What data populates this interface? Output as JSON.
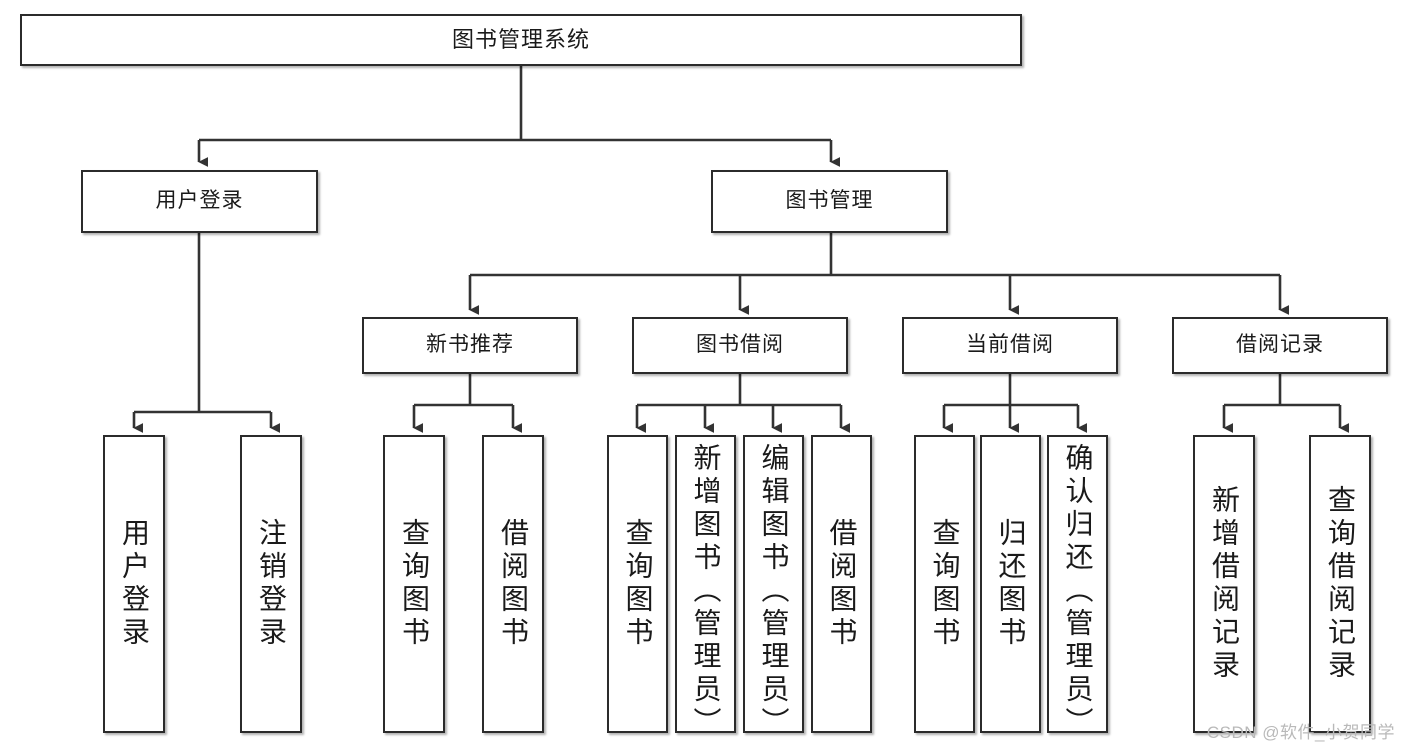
{
  "diagram": {
    "type": "tree-hierarchy",
    "title": "图书管理系统",
    "watermark": "CSDN @软件_小贺同学",
    "colors": {
      "background": "#ffffff",
      "border": "#2b2b2b",
      "text": "#1a1a1a",
      "connector": "#333333",
      "watermark": "#b9b9b9"
    },
    "nodes": {
      "root": {
        "label": "图书管理系统"
      },
      "level2": [
        {
          "id": "user-login",
          "label": "用户登录"
        },
        {
          "id": "book-manage",
          "label": "图书管理"
        }
      ],
      "level3": [
        {
          "id": "new-book-recommend",
          "label": "新书推荐"
        },
        {
          "id": "book-borrow",
          "label": "图书借阅"
        },
        {
          "id": "current-borrow",
          "label": "当前借阅"
        },
        {
          "id": "borrow-record",
          "label": "借阅记录"
        }
      ],
      "leaves": [
        {
          "id": "leaf-user-login",
          "label": "用户登录",
          "parent": "user-login"
        },
        {
          "id": "leaf-logout",
          "label": "注销登录",
          "parent": "user-login"
        },
        {
          "id": "leaf-query-book-1",
          "label": "查询图书",
          "parent": "new-book-recommend"
        },
        {
          "id": "leaf-borrow-book-1",
          "label": "借阅图书",
          "parent": "new-book-recommend"
        },
        {
          "id": "leaf-query-book-2",
          "label": "查询图书",
          "parent": "book-borrow"
        },
        {
          "id": "leaf-add-book",
          "label": "新增图书（管理员）",
          "parent": "book-borrow"
        },
        {
          "id": "leaf-edit-book",
          "label": "编辑图书（管理员）",
          "parent": "book-borrow"
        },
        {
          "id": "leaf-borrow-book-2",
          "label": "借阅图书",
          "parent": "book-borrow"
        },
        {
          "id": "leaf-query-book-3",
          "label": "查询图书",
          "parent": "current-borrow"
        },
        {
          "id": "leaf-return-book",
          "label": "归还图书",
          "parent": "current-borrow"
        },
        {
          "id": "leaf-confirm-return",
          "label": "确认归还（管理员）",
          "parent": "current-borrow"
        },
        {
          "id": "leaf-add-record",
          "label": "新增借阅记录",
          "parent": "borrow-record"
        },
        {
          "id": "leaf-query-record",
          "label": "查询借阅记录",
          "parent": "borrow-record"
        }
      ]
    }
  }
}
